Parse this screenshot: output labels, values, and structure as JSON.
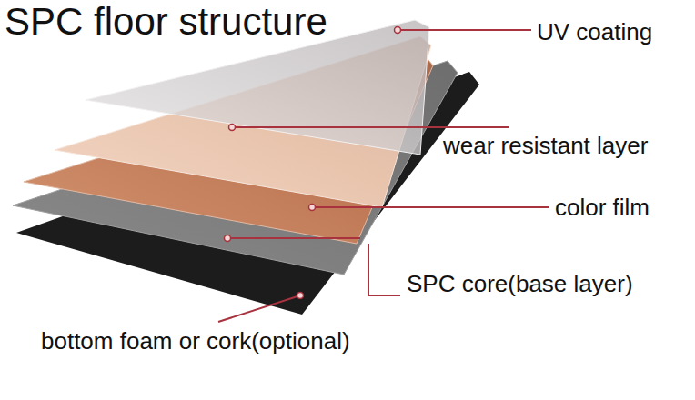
{
  "diagram": {
    "title": "SPC floor structure",
    "labels": [
      "UV coating",
      "wear resistant layer",
      "color film",
      "SPC core(base layer)",
      "bottom foam or cork(optional)"
    ]
  }
}
